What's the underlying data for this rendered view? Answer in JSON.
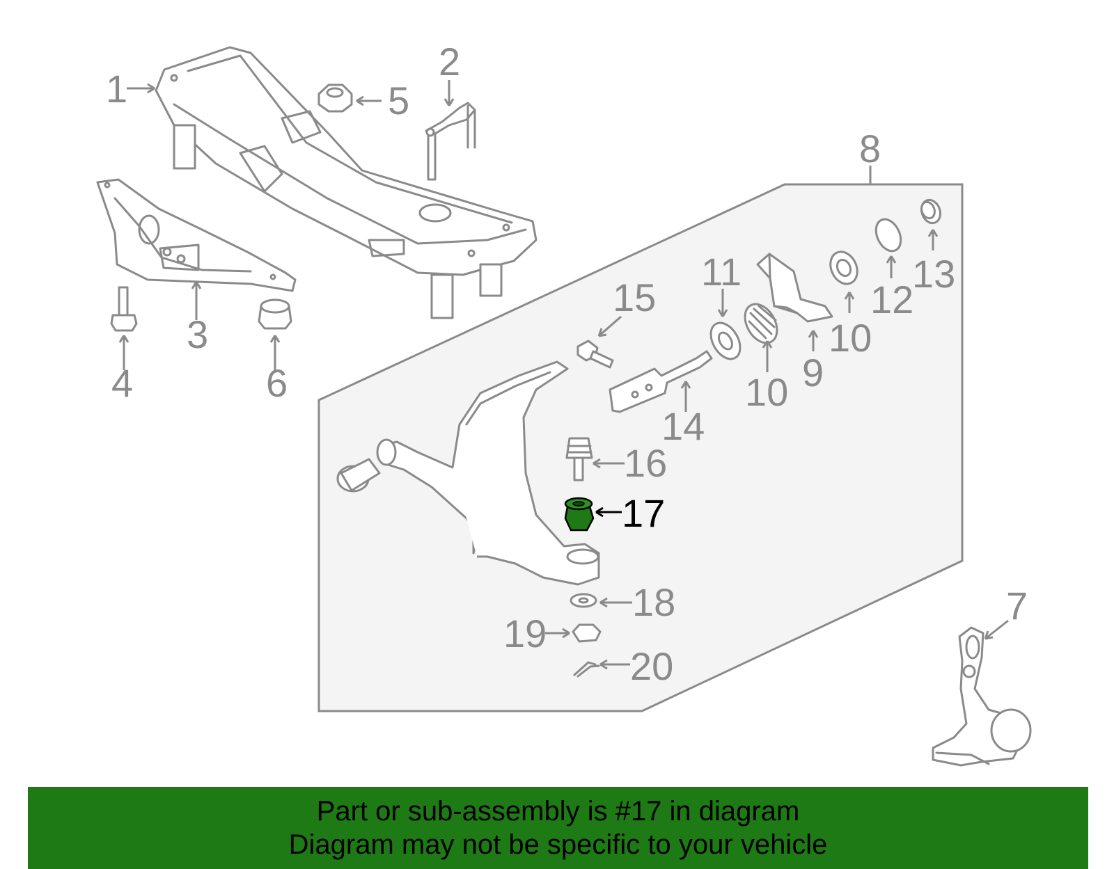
{
  "callouts": [
    {
      "id": "1",
      "label": "1"
    },
    {
      "id": "2",
      "label": "2"
    },
    {
      "id": "3",
      "label": "3"
    },
    {
      "id": "4",
      "label": "4"
    },
    {
      "id": "5",
      "label": "5"
    },
    {
      "id": "6",
      "label": "6"
    },
    {
      "id": "7",
      "label": "7"
    },
    {
      "id": "8",
      "label": "8"
    },
    {
      "id": "9",
      "label": "9"
    },
    {
      "id": "10a",
      "label": "10"
    },
    {
      "id": "10b",
      "label": "10"
    },
    {
      "id": "11",
      "label": "11"
    },
    {
      "id": "12",
      "label": "12"
    },
    {
      "id": "13",
      "label": "13"
    },
    {
      "id": "14",
      "label": "14"
    },
    {
      "id": "15",
      "label": "15"
    },
    {
      "id": "16",
      "label": "16"
    },
    {
      "id": "17",
      "label": "17"
    },
    {
      "id": "18",
      "label": "18"
    },
    {
      "id": "19",
      "label": "19"
    },
    {
      "id": "20",
      "label": "20"
    }
  ],
  "highlighted_part": "17",
  "colors": {
    "line": "#8a8a8a",
    "highlight": "#1e7a14",
    "banner_bg": "#1e7a14",
    "panel_bg": "#f4f4f4"
  },
  "banner": {
    "line1": "Part or sub-assembly is #17 in diagram",
    "line2": "Diagram may not be specific to your vehicle"
  }
}
